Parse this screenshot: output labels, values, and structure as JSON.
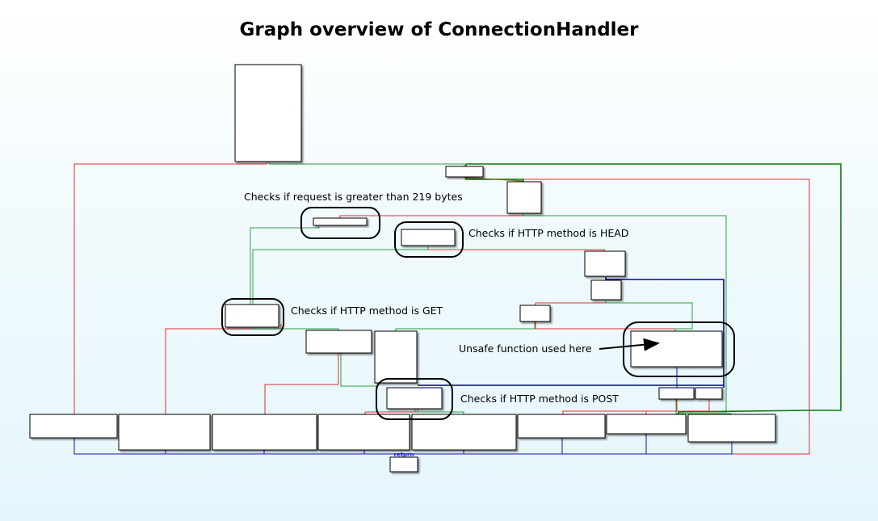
{
  "title": "Graph overview of ConnectionHandler",
  "annotations": [
    {
      "id": "size-check",
      "text": "Checks if request is greater than 219 bytes"
    },
    {
      "id": "head-check",
      "text": "Checks if HTTP method is HEAD"
    },
    {
      "id": "get-check",
      "text": "Checks if HTTP method is GET"
    },
    {
      "id": "unsafe",
      "text": "Unsafe function used here"
    },
    {
      "id": "post-check",
      "text": "Checks if HTTP method is POST"
    }
  ],
  "exit_node_label": "return",
  "edge_colors": {
    "taken": "#2e9e3e",
    "not_taken": "#e23030",
    "unconditional": "#1010c0",
    "loop_back": "#0a7a0a"
  }
}
